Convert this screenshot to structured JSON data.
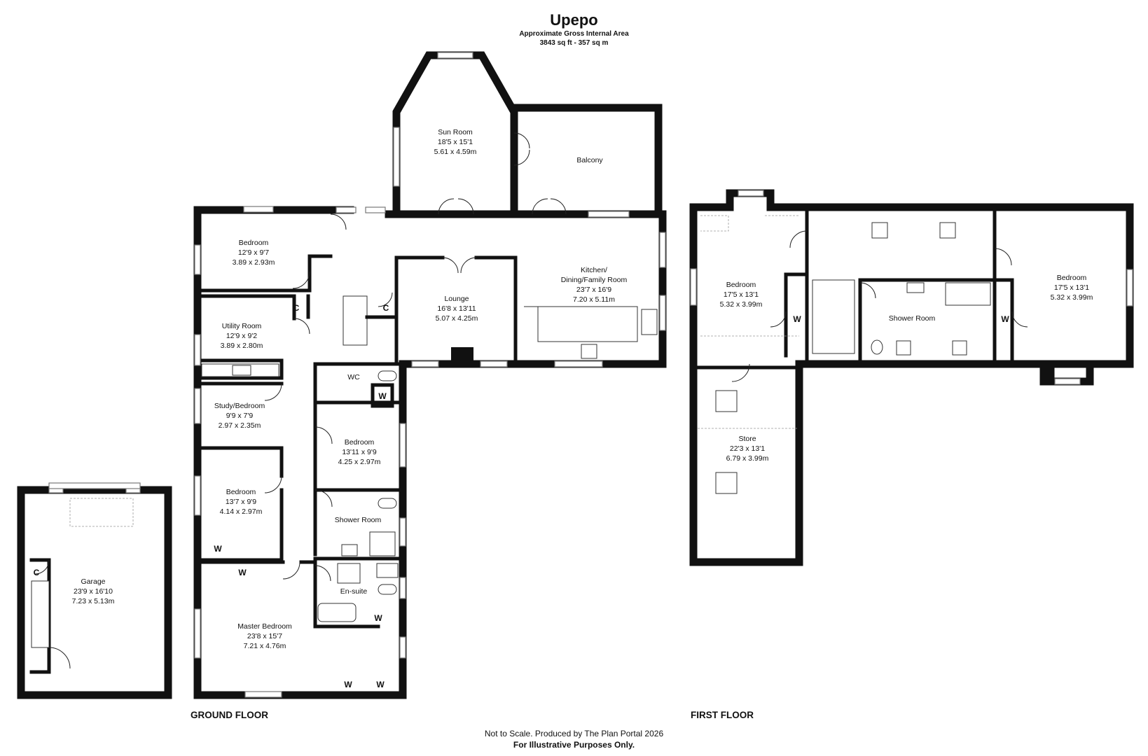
{
  "header": {
    "title": "Upepo",
    "area_label": "Approximate Gross Internal Area",
    "area_value": "3843 sq ft - 357 sq m"
  },
  "floors": {
    "ground": "GROUND FLOOR",
    "first": "FIRST FLOOR"
  },
  "rooms": {
    "sun_room": {
      "name": "Sun Room",
      "imperial": "18'5 x 15'1",
      "metric": "5.61 x 4.59m"
    },
    "balcony": {
      "name": "Balcony"
    },
    "bedroom_nw": {
      "name": "Bedroom",
      "imperial": "12'9 x 9'7",
      "metric": "3.89 x 2.93m"
    },
    "kitchen": {
      "line1": "Kitchen/",
      "line2": "Dining/Family Room",
      "imperial": "23'7 x 16'9",
      "metric": "7.20 x 5.11m"
    },
    "lounge": {
      "name": "Lounge",
      "imperial": "16'8 x 13'11",
      "metric": "5.07 x 4.25m"
    },
    "utility": {
      "name": "Utility Room",
      "imperial": "12'9 x 9'2",
      "metric": "3.89 x 2.80m"
    },
    "wc": {
      "name": "WC"
    },
    "study": {
      "name": "Study/Bedroom",
      "imperial": "9'9 x 7'9",
      "metric": "2.97 x 2.35m"
    },
    "bedroom_mid": {
      "name": "Bedroom",
      "imperial": "13'11 x 9'9",
      "metric": "4.25 x 2.97m"
    },
    "bedroom_west": {
      "name": "Bedroom",
      "imperial": "13'7 x 9'9",
      "metric": "4.14 x 2.97m"
    },
    "shower_ground": {
      "name": "Shower  Room"
    },
    "garage": {
      "name": "Garage",
      "imperial": "23'9 x 16'10",
      "metric": "7.23 x 5.13m"
    },
    "ensuite": {
      "name": "En-suite"
    },
    "master": {
      "name": "Master Bedroom",
      "imperial": "23'8 x 15'7",
      "metric": "7.21 x 4.76m"
    },
    "bedroom_first_w": {
      "name": "Bedroom",
      "imperial": "17'5 x 13'1",
      "metric": "5.32 x 3.99m"
    },
    "shower_first": {
      "name": "Shower Room"
    },
    "bedroom_first_e": {
      "name": "Bedroom",
      "imperial": "17'5 x 13'1",
      "metric": "5.32 x 3.99m"
    },
    "store": {
      "name": "Store",
      "imperial": "22'3 x 13'1",
      "metric": "6.79 x 3.99m"
    }
  },
  "labels": {
    "cupboard": "C",
    "wardrobe": "W"
  },
  "footer": {
    "line1": "Not to Scale. Produced by The Plan Portal 2026",
    "line2": "For Illustrative Purposes Only."
  }
}
